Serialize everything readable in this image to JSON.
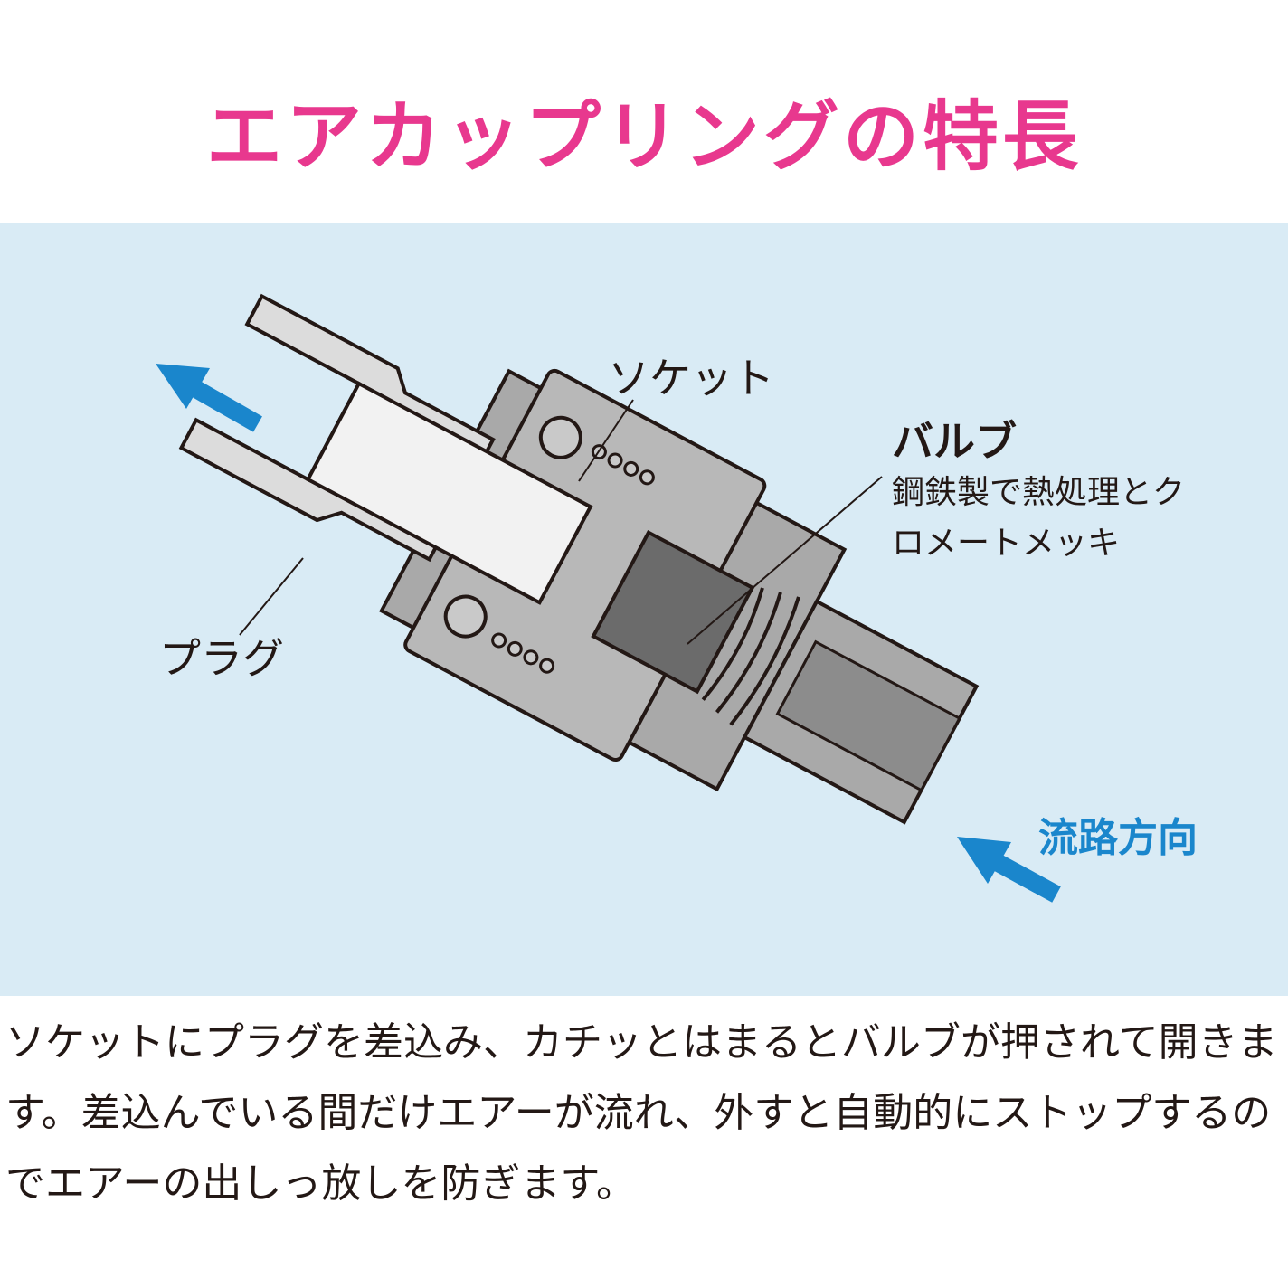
{
  "title": "エアカップリングの特長",
  "labels": {
    "socket": "ソケット",
    "valve": "バルブ",
    "valve_description": "鋼鉄製で熱処理とクロメートメッキ",
    "plug": "プラグ",
    "flow_direction": "流路方向"
  },
  "caption": "ソケットにプラグを差込み、カチッとはまるとバルブが押されて開きます。差込んでいる間だけエアーが流れ、外すと自動的にストップするのでエアーの出しっ放しを防ぎます。",
  "colors": {
    "title": "#e8388e",
    "panel_background": "#d9ebf5",
    "arrow": "#1a86cc",
    "valve_fill": "#6b6b6b",
    "metal_fill": "#a9a9a9"
  },
  "icons": [
    "flow-arrow-in-icon",
    "flow-arrow-out-icon"
  ]
}
